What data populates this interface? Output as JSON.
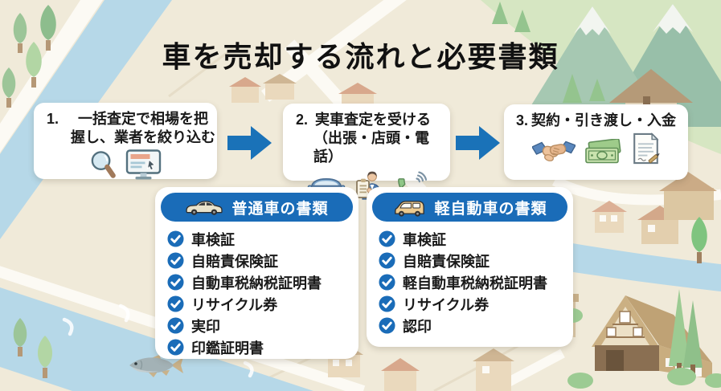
{
  "title": "車を売却する流れと必要書類",
  "steps": [
    {
      "number": "1.",
      "line1": "一括査定で相場を把",
      "line2": "握し、業者を絞り込む",
      "icons": [
        "magnifier-icon",
        "computer-monitor-icon"
      ]
    },
    {
      "number": "2.",
      "line1": "実車査定を受ける",
      "line2": "（出張・店頭・電話）",
      "icons": [
        "car-front-icon",
        "assessor-with-clipboard-icon",
        "phone-icon"
      ]
    },
    {
      "number": "3.",
      "line1": "契約・引き渡し・入金",
      "line2": "",
      "icons": [
        "handshake-icon",
        "money-bills-icon",
        "contract-pen-icon"
      ]
    }
  ],
  "document_cards": [
    {
      "header": "普通車の書類",
      "icon": "sedan-car-icon",
      "items": [
        "車検証",
        "自賠責保険証",
        "自動車税納税証明書",
        "リサイクル券",
        "実印",
        "印鑑証明書"
      ]
    },
    {
      "header": "軽自動車の書類",
      "icon": "kei-car-icon",
      "items": [
        "車検証",
        "自賠責保険証",
        "軽自動車税納税証明書",
        "リサイクル券",
        "認印"
      ]
    }
  ],
  "colors": {
    "accent_blue": "#1a6cb8",
    "arrow_blue": "#1a72b8",
    "check_blue": "#1a6cb8",
    "card_bg": "#ffffff",
    "title_color": "#111111",
    "map_cream": "#f0ead9",
    "river_blue": "#b6d8e8",
    "field_green": "#d6e6c2"
  }
}
